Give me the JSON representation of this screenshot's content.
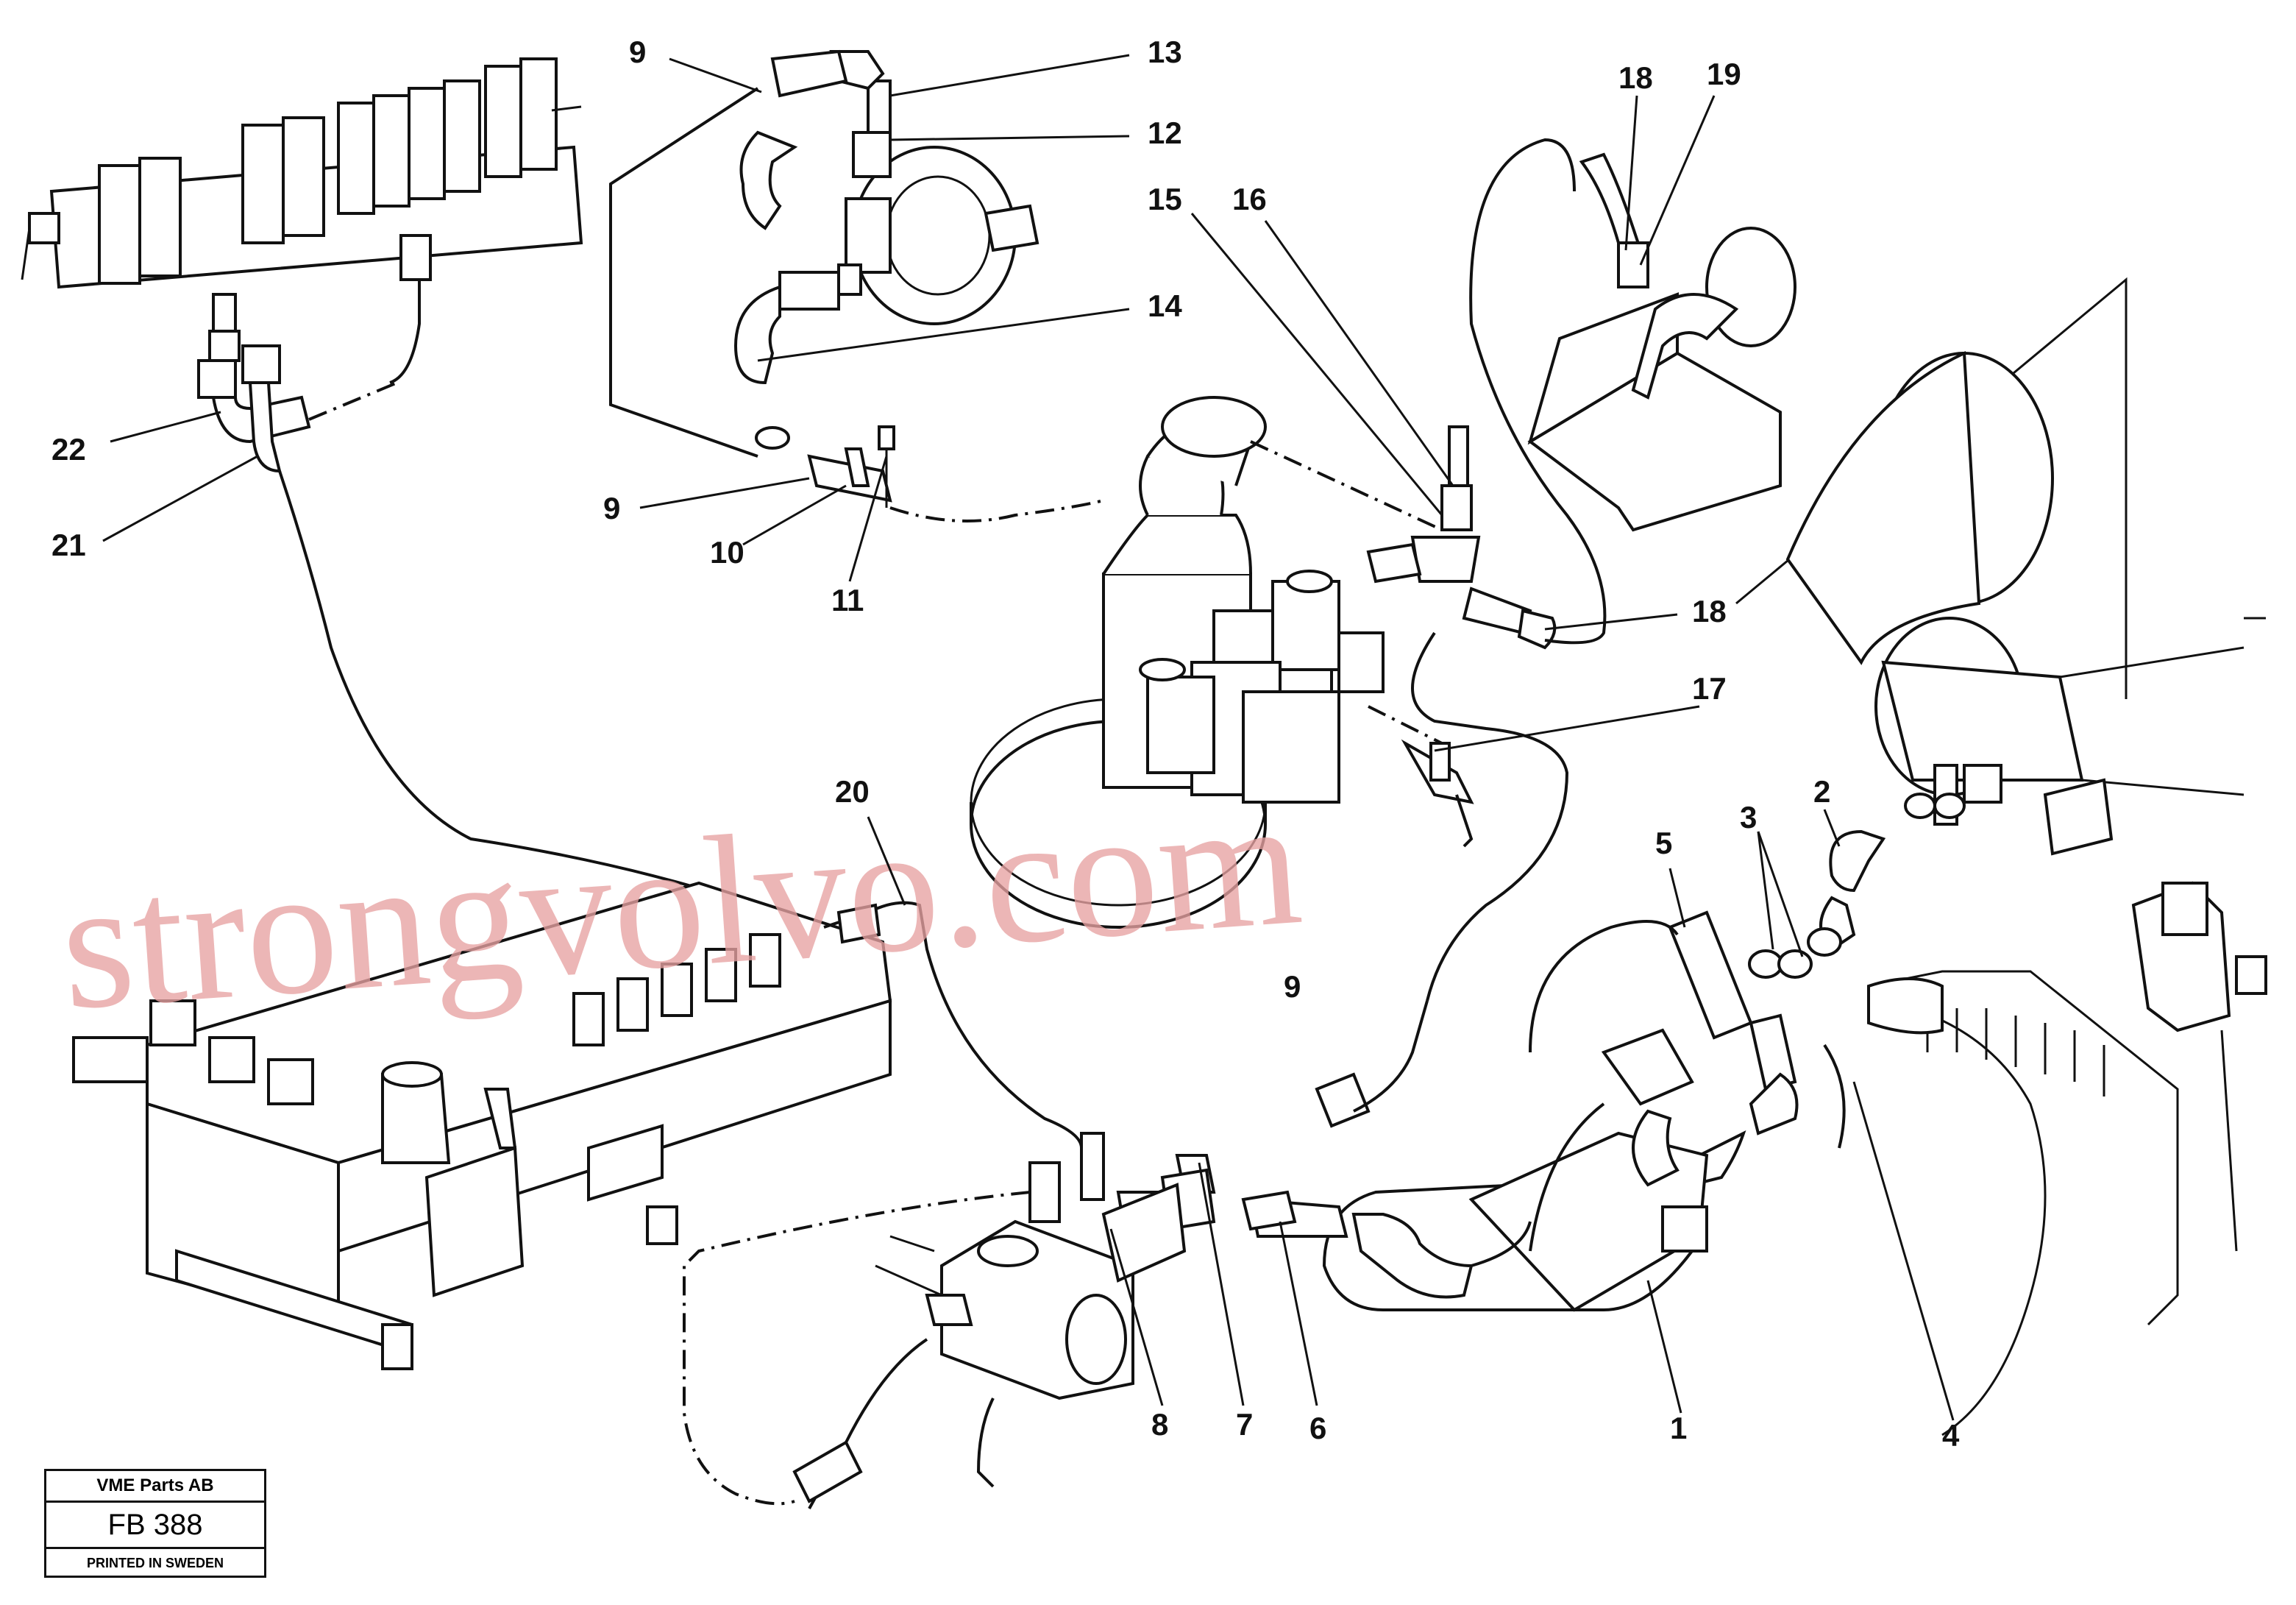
{
  "watermark": "strongvolvo.com",
  "label": {
    "company": "VME Parts AB",
    "figure_code": "FB 388",
    "printed": "PRINTED IN SWEDEN"
  },
  "callouts": {
    "c1": "1",
    "c2": "2",
    "c3": "3",
    "c4": "4",
    "c5": "5",
    "c6": "6",
    "c7": "7",
    "c8": "8",
    "c9a": "9",
    "c9b": "9",
    "c9c": "9",
    "c10": "10",
    "c11": "11",
    "c12": "12",
    "c13": "13",
    "c14": "14",
    "c15": "15",
    "c16": "16",
    "c17": "17",
    "c18a": "18",
    "c18b": "18",
    "c19": "19",
    "c20": "20",
    "c21": "21",
    "c22": "22"
  }
}
